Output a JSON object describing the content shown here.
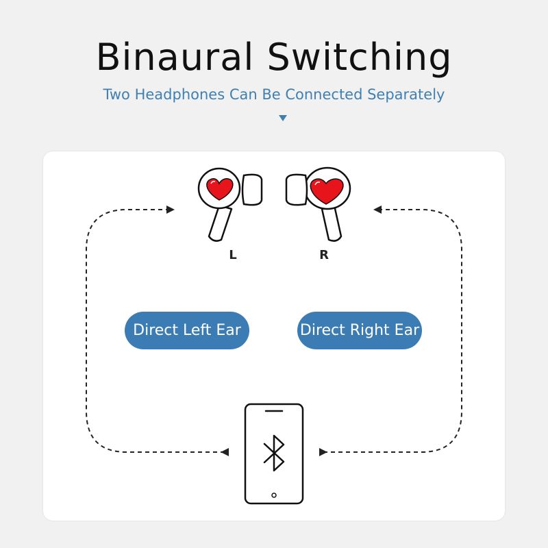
{
  "title": "Binaural Switching",
  "subtitle": "Two Headphones Can Be Connected Separately",
  "earbuds": {
    "left_label": "L",
    "right_label": "R"
  },
  "buttons": {
    "left": "Direct Left Ear",
    "right": "Direct Right Ear"
  },
  "icons": {
    "phone": "smartphone-icon",
    "bluetooth": "bluetooth-icon",
    "left_earbud": "left-earbud-heart-icon",
    "right_earbud": "right-earbud-heart-icon"
  },
  "colors": {
    "accent_blue": "#3c7cb4",
    "subtitle_blue": "#3f7fb2",
    "heart_red": "#e8141c",
    "background": "#f1f1f1",
    "card": "#ffffff"
  }
}
